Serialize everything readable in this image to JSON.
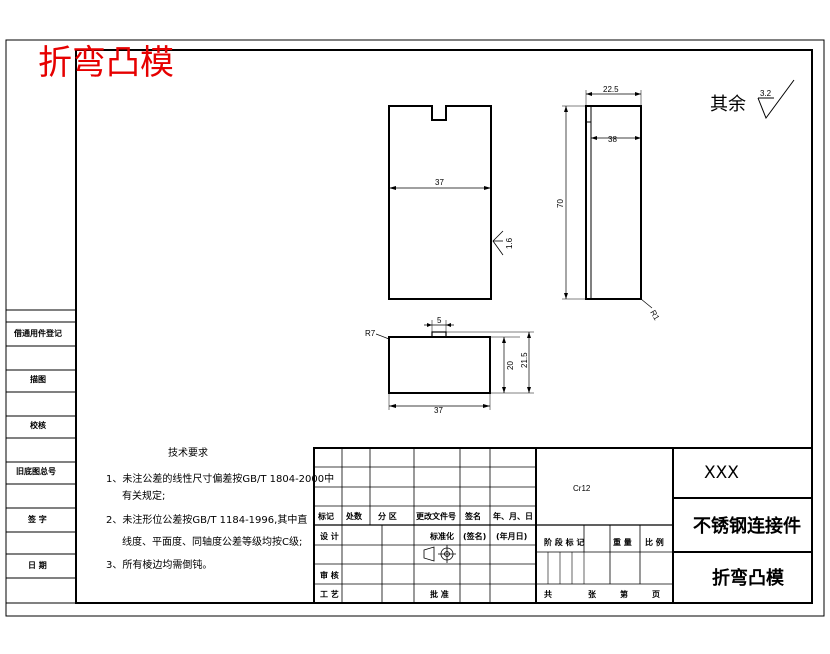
{
  "header": {
    "red_title": "折弯凸模"
  },
  "dimensions": {
    "front_width": "37",
    "side_top_width": "22.5",
    "side_inner": "38",
    "side_height": "70",
    "front_roughness": "1.6",
    "corner_radius_right": "R1",
    "bottom_slot": "5",
    "bottom_radius_left": "R7",
    "bottom_height_inner": "20",
    "bottom_height_outer": "21.5",
    "bottom_width": "37"
  },
  "surface_finish": {
    "label": "其余",
    "value": "3.2"
  },
  "left_margin": {
    "labels": [
      "借通用件登记",
      "旧底图总号",
      "描图",
      "校核",
      "签  字",
      "日  期"
    ]
  },
  "tech_requirements": {
    "title": "技术要求",
    "items": [
      "1、未注公差的线性尺寸偏差按GB/T 1804-2000中",
      "有关规定;",
      "2、未注形位公差按GB/T 1184-1996,其中直",
      "线度、平面度、同轴度公差等级均按C级;",
      "3、所有棱边均需倒钝。"
    ]
  },
  "title_block": {
    "header_row": [
      "标记",
      "处数",
      "分 区",
      "更改文件号",
      "签名",
      "年、月、日"
    ],
    "design_label": "设 计",
    "standardize_label": "标准化",
    "sign_label": "(签名)",
    "date_label": "(年月日)",
    "review_label": "审 核",
    "process_label": "工 艺",
    "approve_label": "批 准",
    "stage_row": [
      "阶 段 标 记",
      "重 量",
      "比 例"
    ],
    "sheets_row": [
      "共",
      "张",
      "第",
      "页"
    ],
    "material": "Cr12",
    "company": "XXX",
    "part_name": "不锈钢连接件",
    "drawing_name": "折弯凸模"
  }
}
